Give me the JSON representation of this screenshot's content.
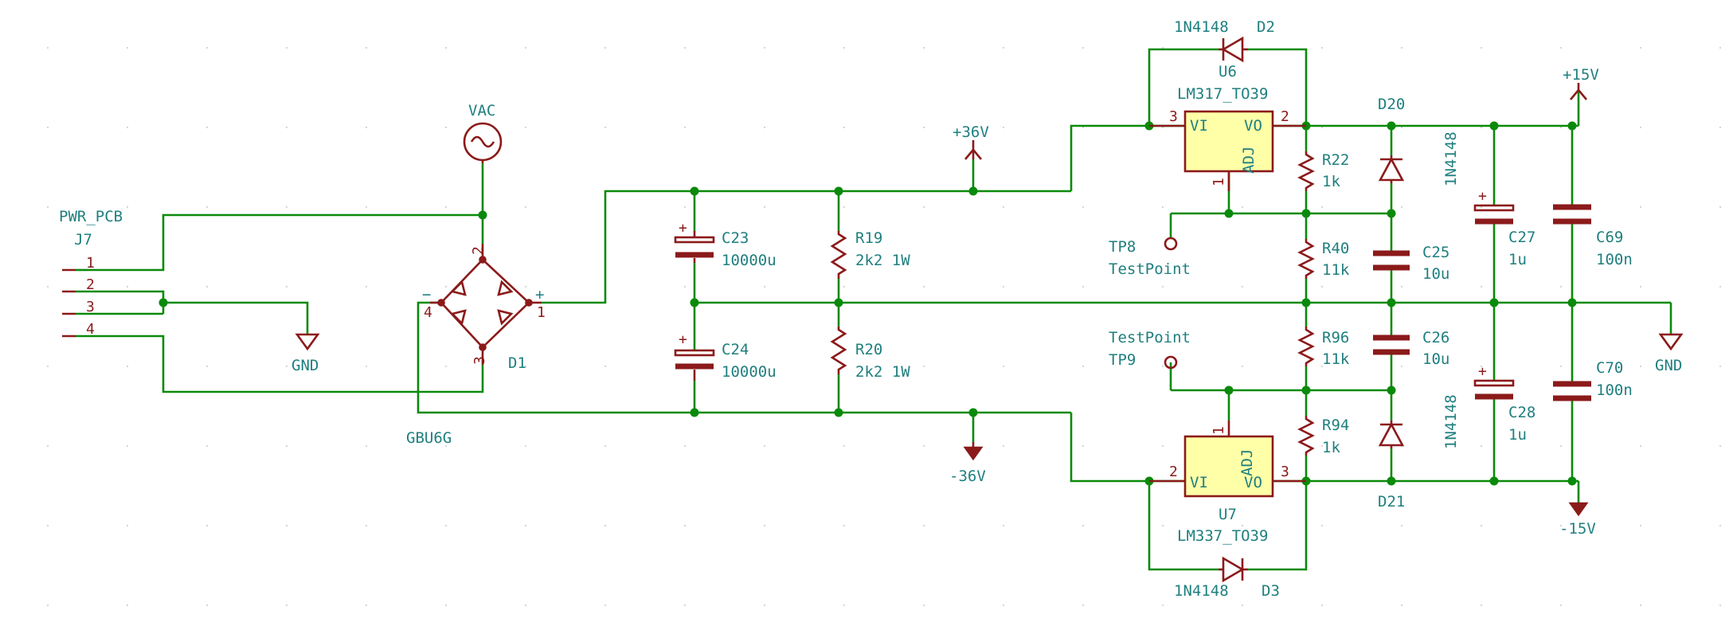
{
  "title": "",
  "connector": {
    "ref": "J7",
    "value": "PWR_PCB",
    "pins": [
      "1",
      "2",
      "3",
      "4"
    ]
  },
  "vac": {
    "label": "VAC"
  },
  "bridge": {
    "ref": "D1",
    "value": "GBU6G",
    "pin_plus": "+",
    "pin_minus": "−",
    "pins": [
      "1",
      "2",
      "3",
      "4"
    ]
  },
  "ground": {
    "left": "GND",
    "right": "GND"
  },
  "rails": {
    "pos36": "+36V",
    "neg36": "-36V",
    "pos15": "+15V",
    "neg15": "-15V"
  },
  "capacitors": {
    "C23": {
      "ref": "C23",
      "value": "10000u"
    },
    "C24": {
      "ref": "C24",
      "value": "10000u"
    },
    "C25": {
      "ref": "C25",
      "value": "10u"
    },
    "C26": {
      "ref": "C26",
      "value": "10u"
    },
    "C27": {
      "ref": "C27",
      "value": "1u"
    },
    "C28": {
      "ref": "C28",
      "value": "1u"
    },
    "C69": {
      "ref": "C69",
      "value": "100n"
    },
    "C70": {
      "ref": "C70",
      "value": "100n"
    },
    "plus": "+"
  },
  "resistors": {
    "R19": {
      "ref": "R19",
      "value": "2k2 1W"
    },
    "R20": {
      "ref": "R20",
      "value": "2k2 1W"
    },
    "R22": {
      "ref": "R22",
      "value": "1k"
    },
    "R40": {
      "ref": "R40",
      "value": "11k"
    },
    "R96": {
      "ref": "R96",
      "value": "11k"
    },
    "R94": {
      "ref": "R94",
      "value": "1k"
    }
  },
  "regulators": {
    "U6": {
      "ref": "U6",
      "value": "LM317_TO39",
      "vi": "VI",
      "vo": "VO",
      "adj": "ADJ",
      "pin_vi": "3",
      "pin_vo": "2",
      "pin_adj": "1"
    },
    "U7": {
      "ref": "U7",
      "value": "LM337_TO39",
      "vi": "VI",
      "vo": "VO",
      "adj": "ADJ",
      "pin_vi": "2",
      "pin_vo": "3",
      "pin_adj": "1"
    }
  },
  "diodes": {
    "D2": {
      "ref": "D2",
      "value": "1N4148"
    },
    "D3": {
      "ref": "D3",
      "value": "1N4148"
    },
    "D20": {
      "ref": "D20",
      "value": "1N4148"
    },
    "D21": {
      "ref": "D21",
      "value": "1N4148"
    }
  },
  "testpoints": {
    "TP8": {
      "ref": "TP8",
      "value": "TestPoint"
    },
    "TP9": {
      "ref": "TP9",
      "value": "TestPoint"
    }
  }
}
